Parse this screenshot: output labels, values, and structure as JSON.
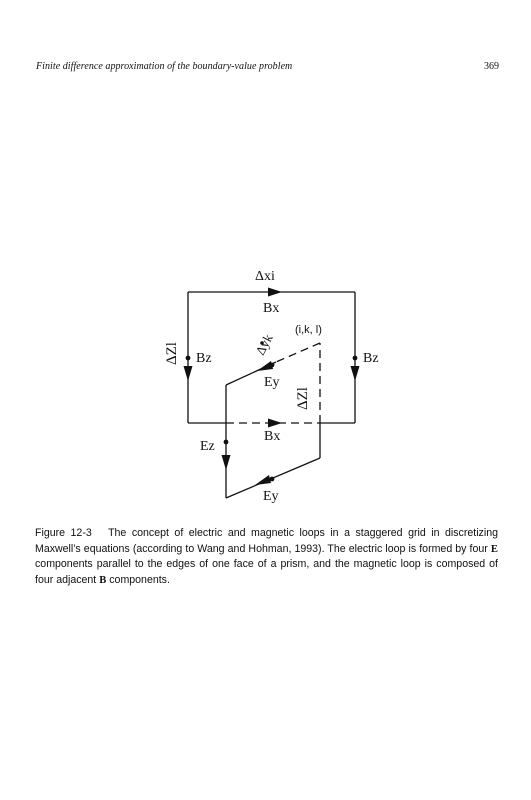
{
  "header": {
    "running_title": "Finite difference approximation of the boundary-value problem",
    "page_number": "369"
  },
  "figure": {
    "labels": {
      "delta_xi": "Δxi",
      "bx_top": "Bx",
      "bx_bottom": "Bx",
      "bz_left": "Bz",
      "bz_right": "Bz",
      "delta_zl_left": "ΔZl",
      "delta_zl_inner": "ΔZl",
      "delta_yk": "Δyk",
      "index_ikl": "(i,k, l)",
      "ey_upper": "Ey",
      "ey_lower": "Ey",
      "ez": "Ez"
    }
  },
  "caption": {
    "label": "Figure 12-3",
    "text_1": "The concept of electric and magnetic loops in a staggered grid in discretizing Maxwell’s equations (according to Wang and Hohman, 1993). The electric loop is formed by four",
    "bold_e": "E",
    "text_2": "components parallel to the edges of one face of a prism, and the magnetic loop is composed of four adjacent",
    "bold_b": "B",
    "text_3": "components."
  }
}
